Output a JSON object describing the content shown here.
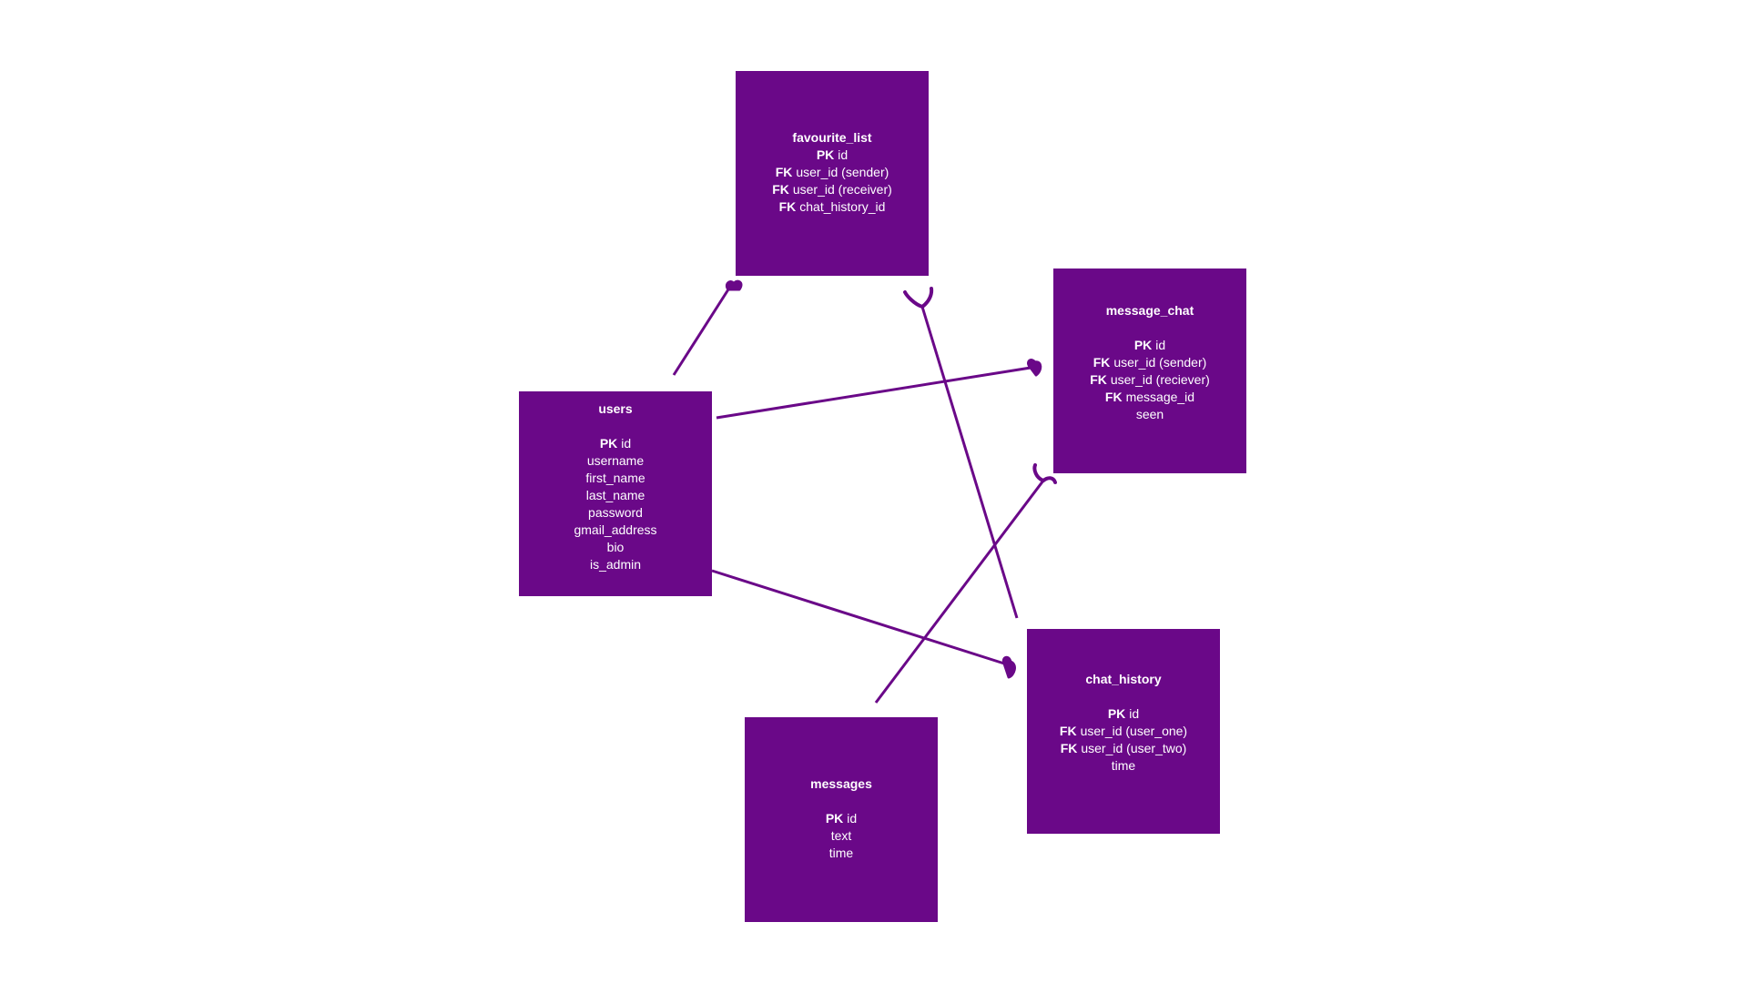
{
  "theme": {
    "box_color": "#6a0888",
    "line_color": "#6a0888",
    "text_color": "#ffffff"
  },
  "entities": {
    "favourite_list": {
      "name": "favourite_list",
      "fields": [
        {
          "key": "PK",
          "name": "id"
        },
        {
          "key": "FK",
          "name": "user_id (sender)"
        },
        {
          "key": "FK",
          "name": "user_id (receiver)"
        },
        {
          "key": "FK",
          "name": "chat_history_id"
        }
      ]
    },
    "message_chat": {
      "name": "message_chat",
      "fields": [
        {
          "key": "PK",
          "name": "id"
        },
        {
          "key": "FK",
          "name": "user_id (sender)"
        },
        {
          "key": "FK",
          "name": "user_id (reciever)"
        },
        {
          "key": "FK",
          "name": "message_id"
        },
        {
          "key": "",
          "name": "seen"
        }
      ]
    },
    "users": {
      "name": "users",
      "fields": [
        {
          "key": "PK",
          "name": "id"
        },
        {
          "key": "",
          "name": "username"
        },
        {
          "key": "",
          "name": "first_name"
        },
        {
          "key": "",
          "name": "last_name"
        },
        {
          "key": "",
          "name": "password"
        },
        {
          "key": "",
          "name": "gmail_address"
        },
        {
          "key": "",
          "name": "bio"
        },
        {
          "key": "",
          "name": "is_admin"
        }
      ]
    },
    "chat_history": {
      "name": "chat_history",
      "fields": [
        {
          "key": "PK",
          "name": "id"
        },
        {
          "key": "FK",
          "name": "user_id (user_one)"
        },
        {
          "key": "FK",
          "name": "user_id (user_two)"
        },
        {
          "key": "",
          "name": "time"
        }
      ]
    },
    "messages": {
      "name": "messages",
      "fields": [
        {
          "key": "PK",
          "name": "id"
        },
        {
          "key": "",
          "name": "text"
        },
        {
          "key": "",
          "name": "time"
        }
      ]
    }
  },
  "relationships": [
    {
      "from": "users",
      "to": "favourite_list",
      "to_end": "many"
    },
    {
      "from": "users",
      "to": "message_chat",
      "to_end": "many"
    },
    {
      "from": "users",
      "to": "chat_history",
      "to_end": "many"
    },
    {
      "from": "chat_history",
      "to": "favourite_list",
      "to_end": "many"
    },
    {
      "from": "messages",
      "to": "message_chat",
      "to_end": "many"
    }
  ]
}
